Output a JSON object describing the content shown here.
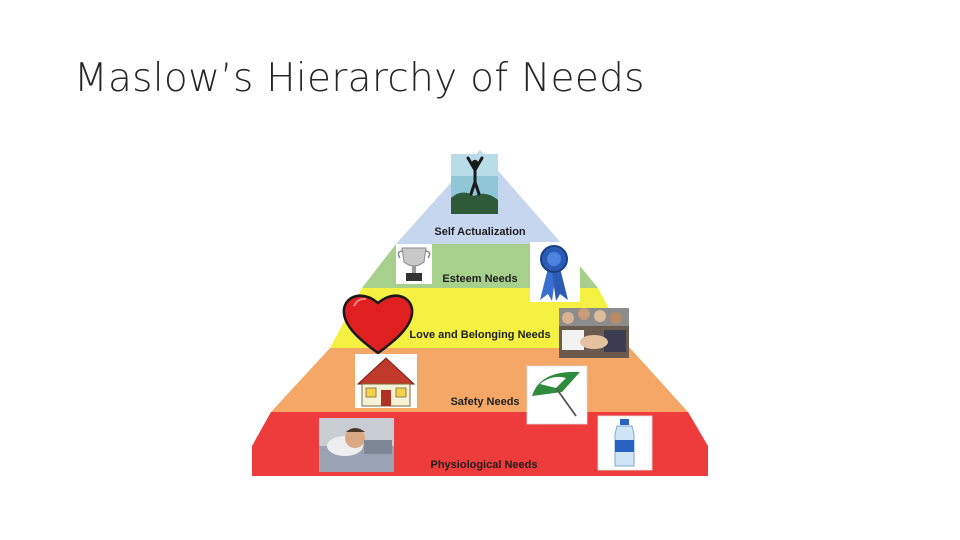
{
  "slide": {
    "title": "Maslow’s Hierarchy of Needs"
  },
  "pyramid": {
    "levels": [
      {
        "id": "self-actualization",
        "label": "Self  Actualization",
        "color": "#c5d6ee",
        "icons": [
          "summit-person-icon"
        ]
      },
      {
        "id": "esteem",
        "label": "Esteem Needs",
        "color": "#a7d08c",
        "icons": [
          "trophy-icon",
          "ribbon-award-icon"
        ]
      },
      {
        "id": "love-belonging",
        "label": "Love and Belonging Needs",
        "color": "#f4f142",
        "icons": [
          "heart-icon",
          "group-hands-icon"
        ]
      },
      {
        "id": "safety",
        "label": "Safety Needs",
        "color": "#f4a766",
        "icons": [
          "house-icon",
          "umbrella-icon"
        ]
      },
      {
        "id": "physiological",
        "label": "Physiological Needs",
        "color": "#ee3c3c",
        "icons": [
          "sleeping-person-icon",
          "water-bottle-icon"
        ]
      }
    ]
  }
}
